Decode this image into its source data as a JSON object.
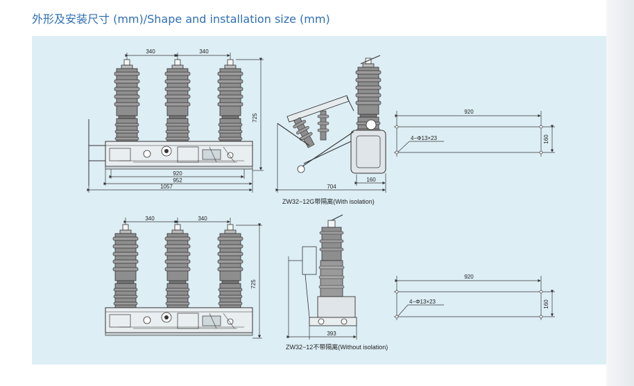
{
  "title": "外形及安装尺寸 (mm)/Shape and installation size (mm)",
  "diagrams": {
    "front_top": {
      "dim_top_left": "340",
      "dim_top_right": "340",
      "dim_height": "725",
      "dim_920": "920",
      "dim_952": "952",
      "dim_1057": "1057"
    },
    "side_top": {
      "dim_704": "704",
      "dim_160": "160",
      "caption": "ZW32−12G带隔离(With isolation)"
    },
    "mount_top": {
      "dim_920": "920",
      "dim_160": "160",
      "holes": "4−Φ13×23"
    },
    "front_bottom": {
      "dim_top_left": "340",
      "dim_top_right": "340",
      "dim_height": "725"
    },
    "side_bottom": {
      "dim_393": "393",
      "caption": "ZW32−12不带隔离(Without isolation)"
    },
    "mount_bottom": {
      "dim_920": "920",
      "dim_160": "160",
      "holes": "4−Φ13×23"
    }
  }
}
